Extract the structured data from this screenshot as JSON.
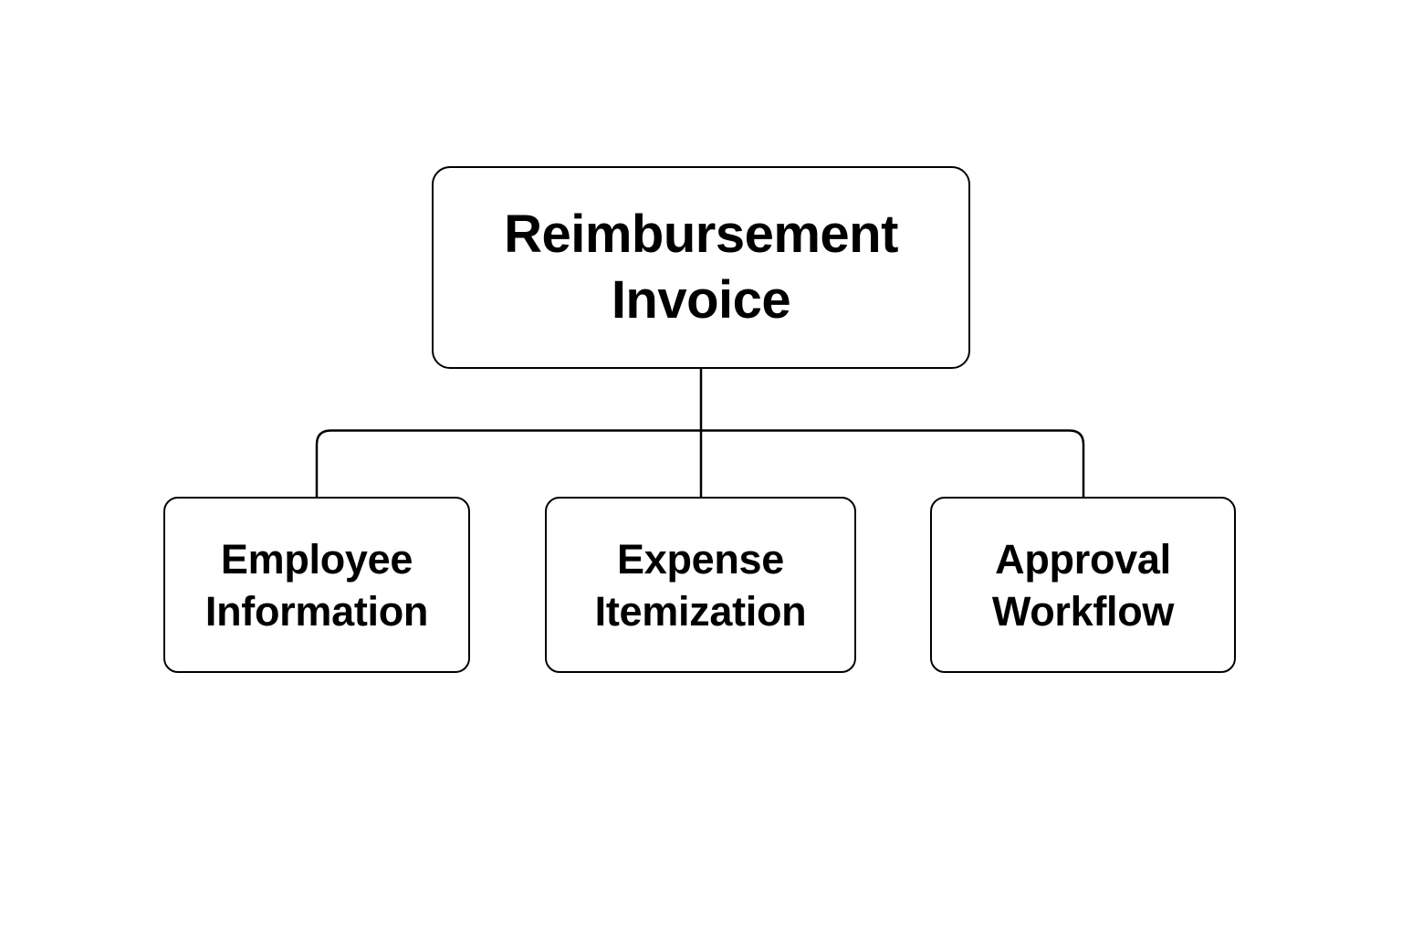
{
  "diagram": {
    "root": {
      "label": "Reimbursement Invoice"
    },
    "children": [
      {
        "label": "Employee Information"
      },
      {
        "label": "Expense Itemization"
      },
      {
        "label": "Approval Workflow"
      }
    ]
  },
  "colors": {
    "background": "#ffffff",
    "node_fill": "#ffffff",
    "node_border": "#000000",
    "text": "#000000",
    "connector": "#000000"
  }
}
